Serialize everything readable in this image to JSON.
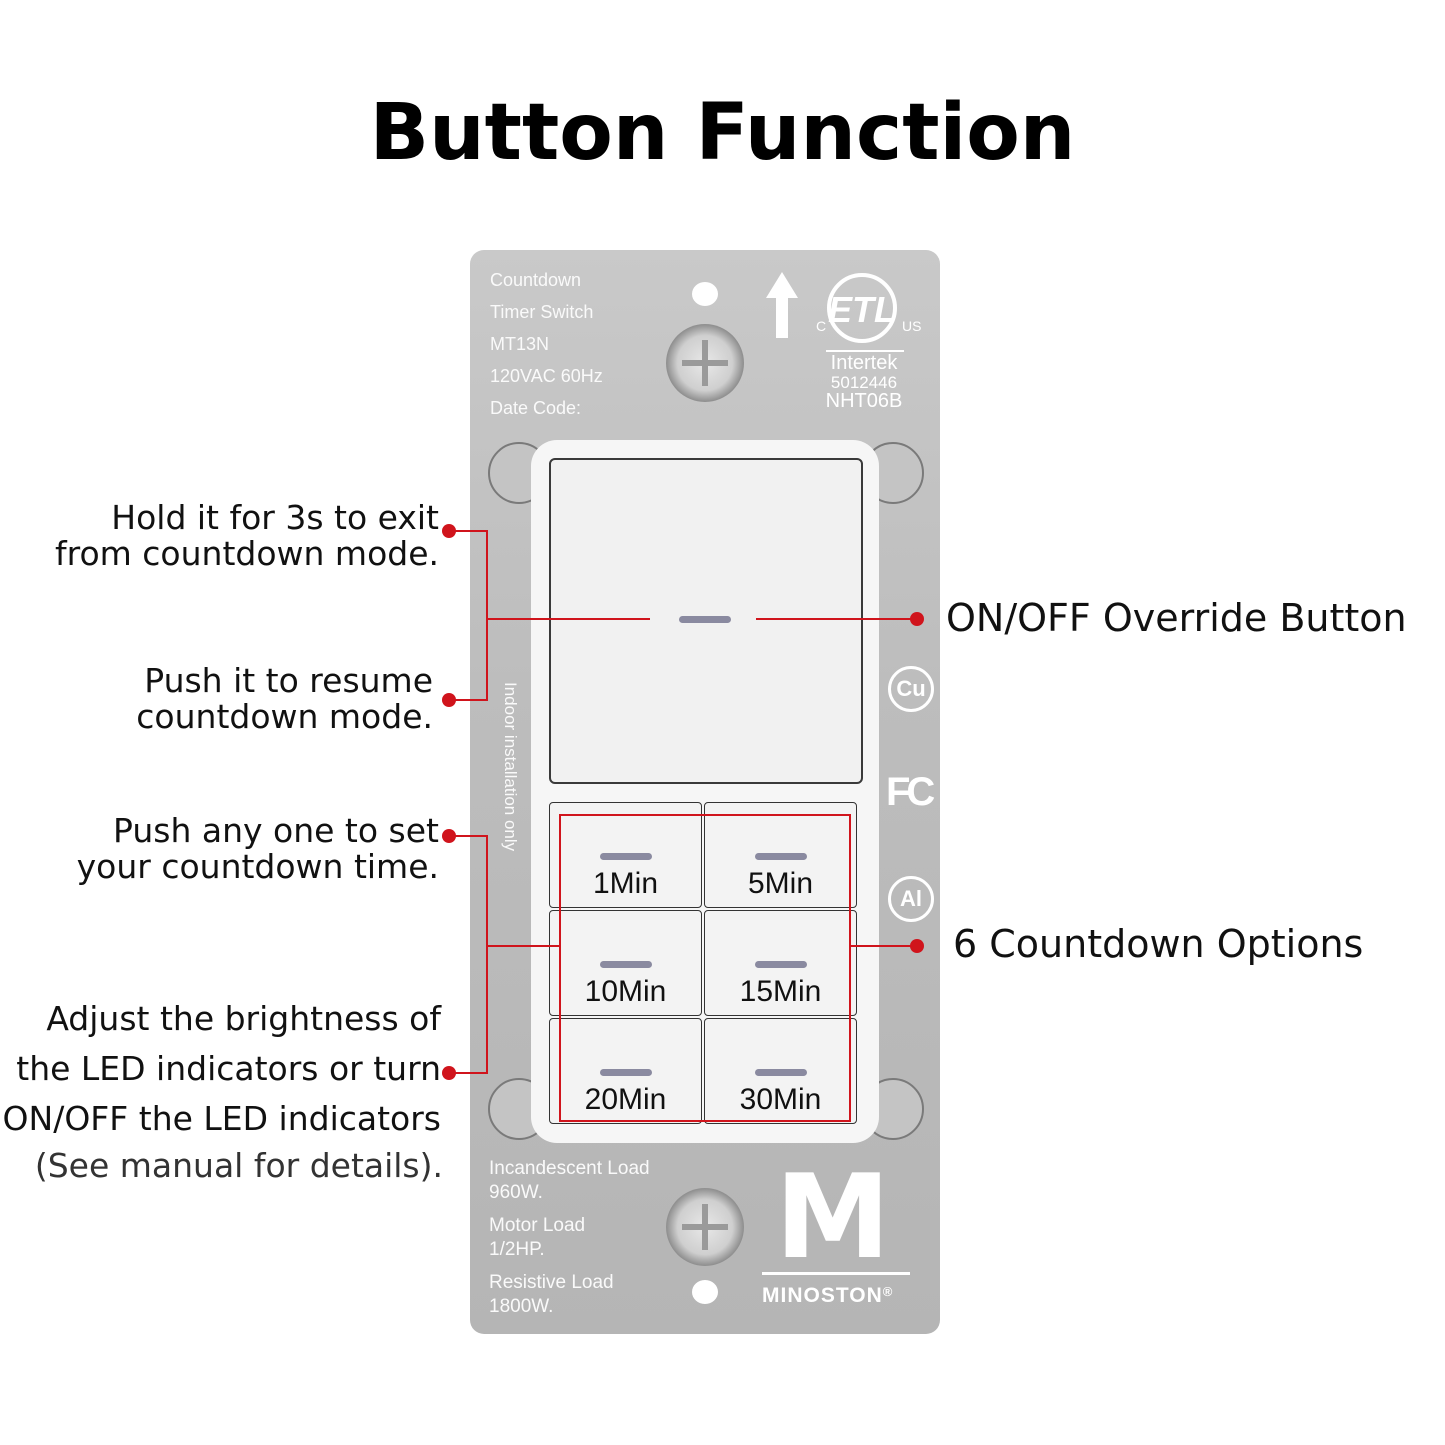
{
  "title": "Button Function",
  "plate": {
    "info_lines": [
      "Countdown",
      "Timer Switch",
      "MT13N",
      "120VAC 60Hz",
      "Date Code:"
    ],
    "cert": {
      "mark": "ETL",
      "c": "C",
      "us": "US",
      "company": "Intertek",
      "number": "5012446",
      "code": "NHT06B"
    },
    "vertical_text": "Indoor installation only",
    "side_badges": [
      "Cu",
      "FC",
      "Al"
    ],
    "loads": [
      "Incandescent Load",
      "960W.",
      "Motor Load",
      "1/2HP.",
      "Resistive Load",
      "1800W."
    ],
    "brand": {
      "logo_letter": "M",
      "name": "MINOSTON",
      "reg": "®"
    }
  },
  "buttons": [
    "1Min",
    "5Min",
    "10Min",
    "15Min",
    "20Min",
    "30Min"
  ],
  "annotations": {
    "left": [
      {
        "lines": [
          "Hold it for 3s to exit",
          "from countdown mode."
        ]
      },
      {
        "lines": [
          "Push it to resume",
          "countdown mode."
        ]
      },
      {
        "lines": [
          "Push any one to set",
          "your countdown time."
        ]
      },
      {
        "lines": [
          "Adjust the brightness of",
          "the LED indicators or turn",
          "ON/OFF the LED indicators"
        ]
      }
    ],
    "note": "(See manual for details).",
    "right": [
      "ON/OFF Override Button",
      "6 Countdown Options"
    ]
  },
  "colors": {
    "accent": "#d0141c",
    "plate": "#bdbdbd",
    "button": "#f3f3f3",
    "led": "#8a8aa0"
  }
}
